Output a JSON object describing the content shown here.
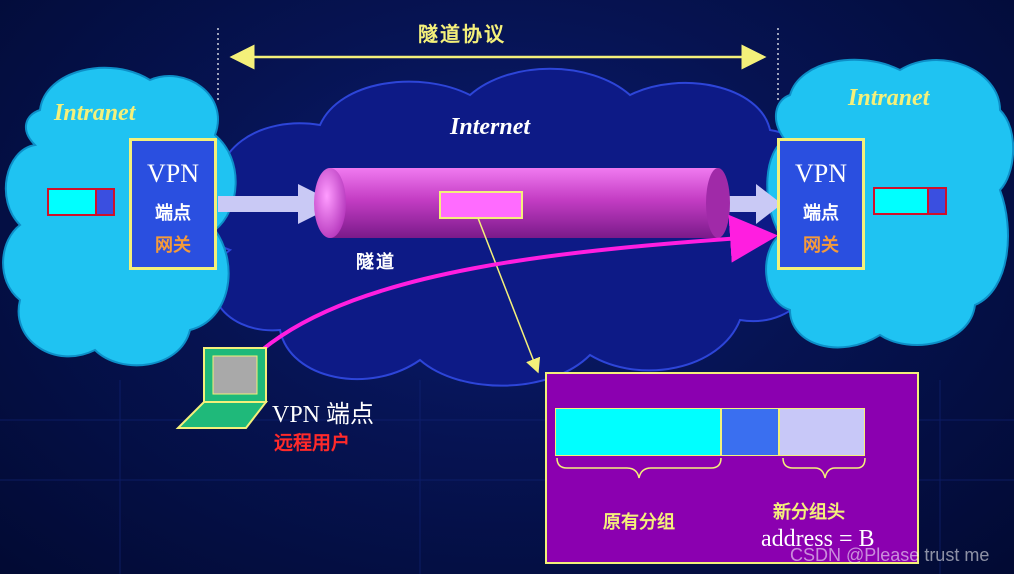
{
  "colors": {
    "background": "#061352",
    "intranet_cloud": "#1fc3f2",
    "internet_cloud": "#0d1a86",
    "gateway_box": "#2a4fe0",
    "gateway_border": "#f4f07a",
    "tunnel": "#c43dc4",
    "packet_payload": "#00ffff",
    "packet_header": "#3a6ff0",
    "new_header": "#c8c8f8",
    "detail_panel": "#8b00b0",
    "title_text": "#f4f07a",
    "red_text": "#ff2a2a",
    "orange_text": "#f59a3a"
  },
  "labels": {
    "tunnel_protocol": "隧道协议",
    "intranet_left": "Intranet",
    "intranet_right": "Intranet",
    "internet": "Internet",
    "tunnel": "隧道",
    "gateway_left": {
      "line1": "VPN",
      "line2": "端点",
      "line3": "网关"
    },
    "gateway_right": {
      "line1": "VPN",
      "line2": "端点",
      "line3": "网关"
    },
    "remote_user": {
      "line1": "VPN 端点",
      "line2": "远程用户"
    },
    "detail": {
      "original_packet": "原有分组",
      "new_header": "新分组头",
      "address": "address = B"
    },
    "watermark": "CSDN @Please trust me"
  }
}
